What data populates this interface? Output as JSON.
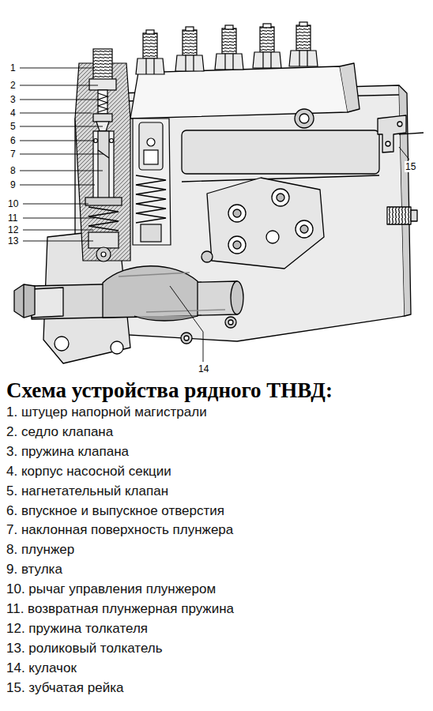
{
  "diagram": {
    "title": "Схема устройства рядного ТНВД:",
    "labels": [
      "1",
      "2",
      "3",
      "4",
      "5",
      "6",
      "7",
      "8",
      "9",
      "10",
      "11",
      "12",
      "13",
      "14",
      "15",
      "1. штуцер напорной магистрали",
      "2. седло клапана",
      "3. пружина клапана",
      "4. корпус насосной секции",
      "5. нагнетательный клапан",
      "6. впускное и выпускное отверстия",
      "7. наклонная поверхность плунжера",
      "8. плунжер",
      "9. втулка",
      "10. рычаг управления плунжером",
      "11. возвратная плунжерная пружина",
      "12. пружина толкателя",
      "13. роликовый толкатель",
      "14. кулачок",
      "15. зубчатая рейка"
    ]
  }
}
